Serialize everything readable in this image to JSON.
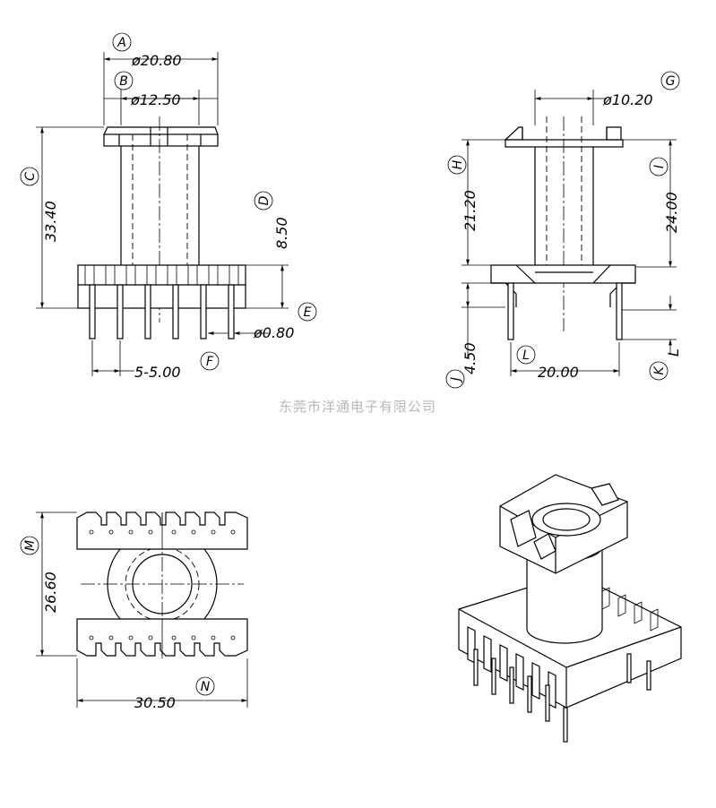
{
  "watermark": "东莞市洋通电子有限公司",
  "front_view": {
    "dim_A": "ø20.80",
    "label_A": "A",
    "dim_B": "ø12.50",
    "label_B": "B",
    "dim_C": "33.40",
    "label_C": "C",
    "dim_D": "8.50",
    "label_D": "D",
    "dim_E": "ø0.80",
    "label_E": "E",
    "dim_F": "5-5.00",
    "label_F": "F"
  },
  "side_view": {
    "dim_G": "ø10.20",
    "label_G": "G",
    "dim_H": "21.20",
    "label_H": "H",
    "dim_I": "24.00",
    "label_I": "I",
    "dim_J": "4.50",
    "label_J": "J",
    "dim_L": "20.00",
    "label_L": "L",
    "label_K": "K",
    "label_K_suffix": "L"
  },
  "bottom_view": {
    "dim_M": "26.60",
    "label_M": "M",
    "dim_N": "30.50",
    "label_N": "N"
  }
}
